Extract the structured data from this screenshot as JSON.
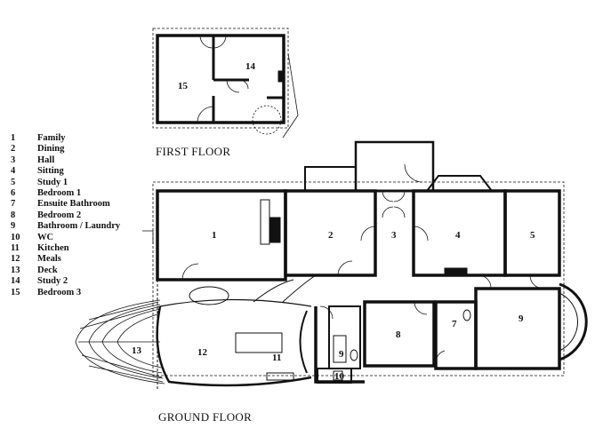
{
  "legend": [
    {
      "num": "1",
      "name": "Family"
    },
    {
      "num": "2",
      "name": "Dining"
    },
    {
      "num": "3",
      "name": "Hall"
    },
    {
      "num": "4",
      "name": "Sitting"
    },
    {
      "num": "5",
      "name": "Study 1"
    },
    {
      "num": "6",
      "name": "Bedroom 1"
    },
    {
      "num": "7",
      "name": "Ensuite Bathroom"
    },
    {
      "num": "8",
      "name": "Bedroom 2"
    },
    {
      "num": "9",
      "name": "Bathroom / Laundry"
    },
    {
      "num": "10",
      "name": "WC"
    },
    {
      "num": "11",
      "name": "Kitchen"
    },
    {
      "num": "12",
      "name": "Meals"
    },
    {
      "num": "13",
      "name": "Deck"
    },
    {
      "num": "14",
      "name": "Study 2"
    },
    {
      "num": "15",
      "name": "Bedroom 3"
    }
  ],
  "captions": {
    "first_floor": "FIRST FLOOR",
    "ground_floor": "GROUND FLOOR"
  },
  "room_labels": {
    "r1": "1",
    "r2": "2",
    "r3": "3",
    "r4": "4",
    "r5": "5",
    "r9a": "9",
    "r7": "7",
    "r8": "8",
    "r9b": "9",
    "r10": "10",
    "r11": "11",
    "r12": "12",
    "r13": "13",
    "r14": "14",
    "r15": "15"
  }
}
